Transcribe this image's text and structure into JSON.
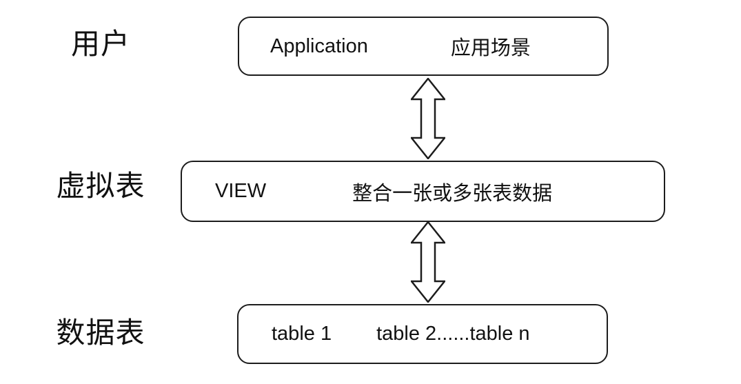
{
  "colors": {
    "background": "#ffffff",
    "stroke": "#1c1c1c",
    "text": "#111111"
  },
  "diagram": {
    "rows": [
      {
        "label": "用户",
        "box": {
          "left": "Application",
          "right": "应用场景"
        }
      },
      {
        "label": "虚拟表",
        "box": {
          "left": "VIEW",
          "right": "整合一张或多张表数据"
        }
      },
      {
        "label": "数据表",
        "box": {
          "left": "table 1",
          "right": "table 2......table n"
        }
      }
    ],
    "connectors": [
      {
        "icon": "bidirectional-arrow"
      },
      {
        "icon": "bidirectional-arrow"
      }
    ]
  }
}
